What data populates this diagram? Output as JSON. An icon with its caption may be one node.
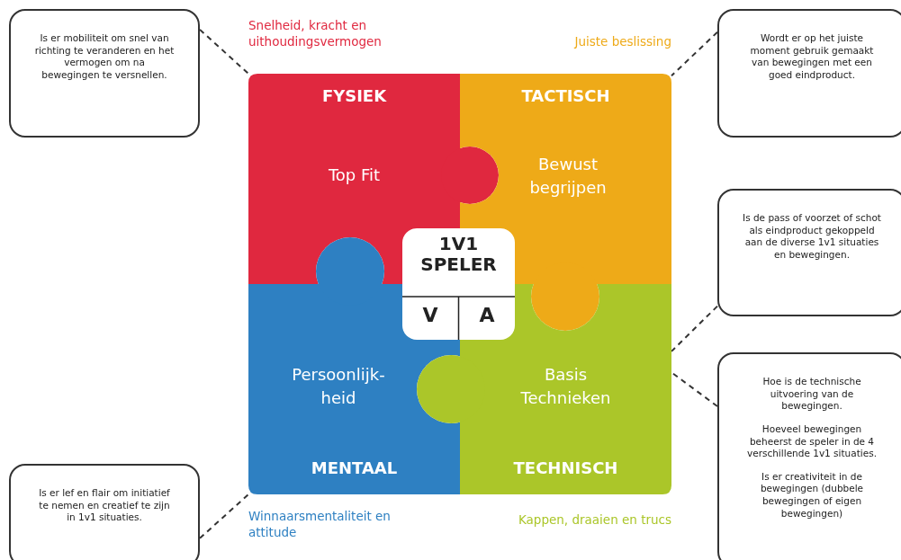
{
  "diagram": {
    "nodes": [
      {
        "text": [
          "Is er mobiliteit om snel van richting te veranderen en het vermogen om na bewegingen te versnellen."
        ]
      },
      {
        "text": [
          "FYSIEK",
          "Top Fit"
        ],
        "beside": [
          "Snelheid, kracht en uithoudingsvermogen"
        ]
      },
      {
        "text": [
          "TACTISCH",
          "Bewust begrijpen"
        ],
        "beside": [
          "Juiste beslissing"
        ]
      },
      {
        "text": [
          "Persoonlijk- heid",
          "MENTAAL"
        ],
        "beside": [
          "Winnaarsmentaliteit en attitude"
        ]
      },
      {
        "text": [
          "Basis Technieken",
          "TECHNISCH"
        ],
        "beside": [
          "Kappen, draaien en trucs"
        ]
      },
      {
        "text": [
          "1V1 SPELER",
          "V",
          "A"
        ]
      },
      {
        "text": [
          "Wordt er op het juiste moment gebruik gemaakt van bewegingen met een goed eindproduct."
        ]
      },
      {
        "text": [
          "Is de pass of voorzet of schot als eindproduct gekoppeld aan de diverse 1v1 situaties en bewegingen."
        ]
      },
      {
        "text": [
          "Hoe is de technische uitvoering van de bewegingen.",
          "Hoeveel bewegingen beheerst de speler in de 4 verschillende 1v1 situaties.",
          "Is er creativiteit in de bewegingen (dubbele bewegingen of eigen bewegingen)"
        ]
      },
      {
        "text": [
          "Is er lef en flair om initiatief te nemen en creatief te zijn in 1v1 situaties."
        ]
      }
    ],
    "edges": [
      {
        "from": 0,
        "to": 1,
        "arrow": "none",
        "style": "dashed"
      },
      {
        "from": 6,
        "to": 2,
        "arrow": "none",
        "style": "dashed"
      },
      {
        "from": 7,
        "to": 4,
        "arrow": "none",
        "style": "dashed"
      },
      {
        "from": 8,
        "to": 4,
        "arrow": "none",
        "style": "dashed"
      },
      {
        "from": 9,
        "to": 3,
        "arrow": "none",
        "style": "dashed"
      }
    ]
  }
}
